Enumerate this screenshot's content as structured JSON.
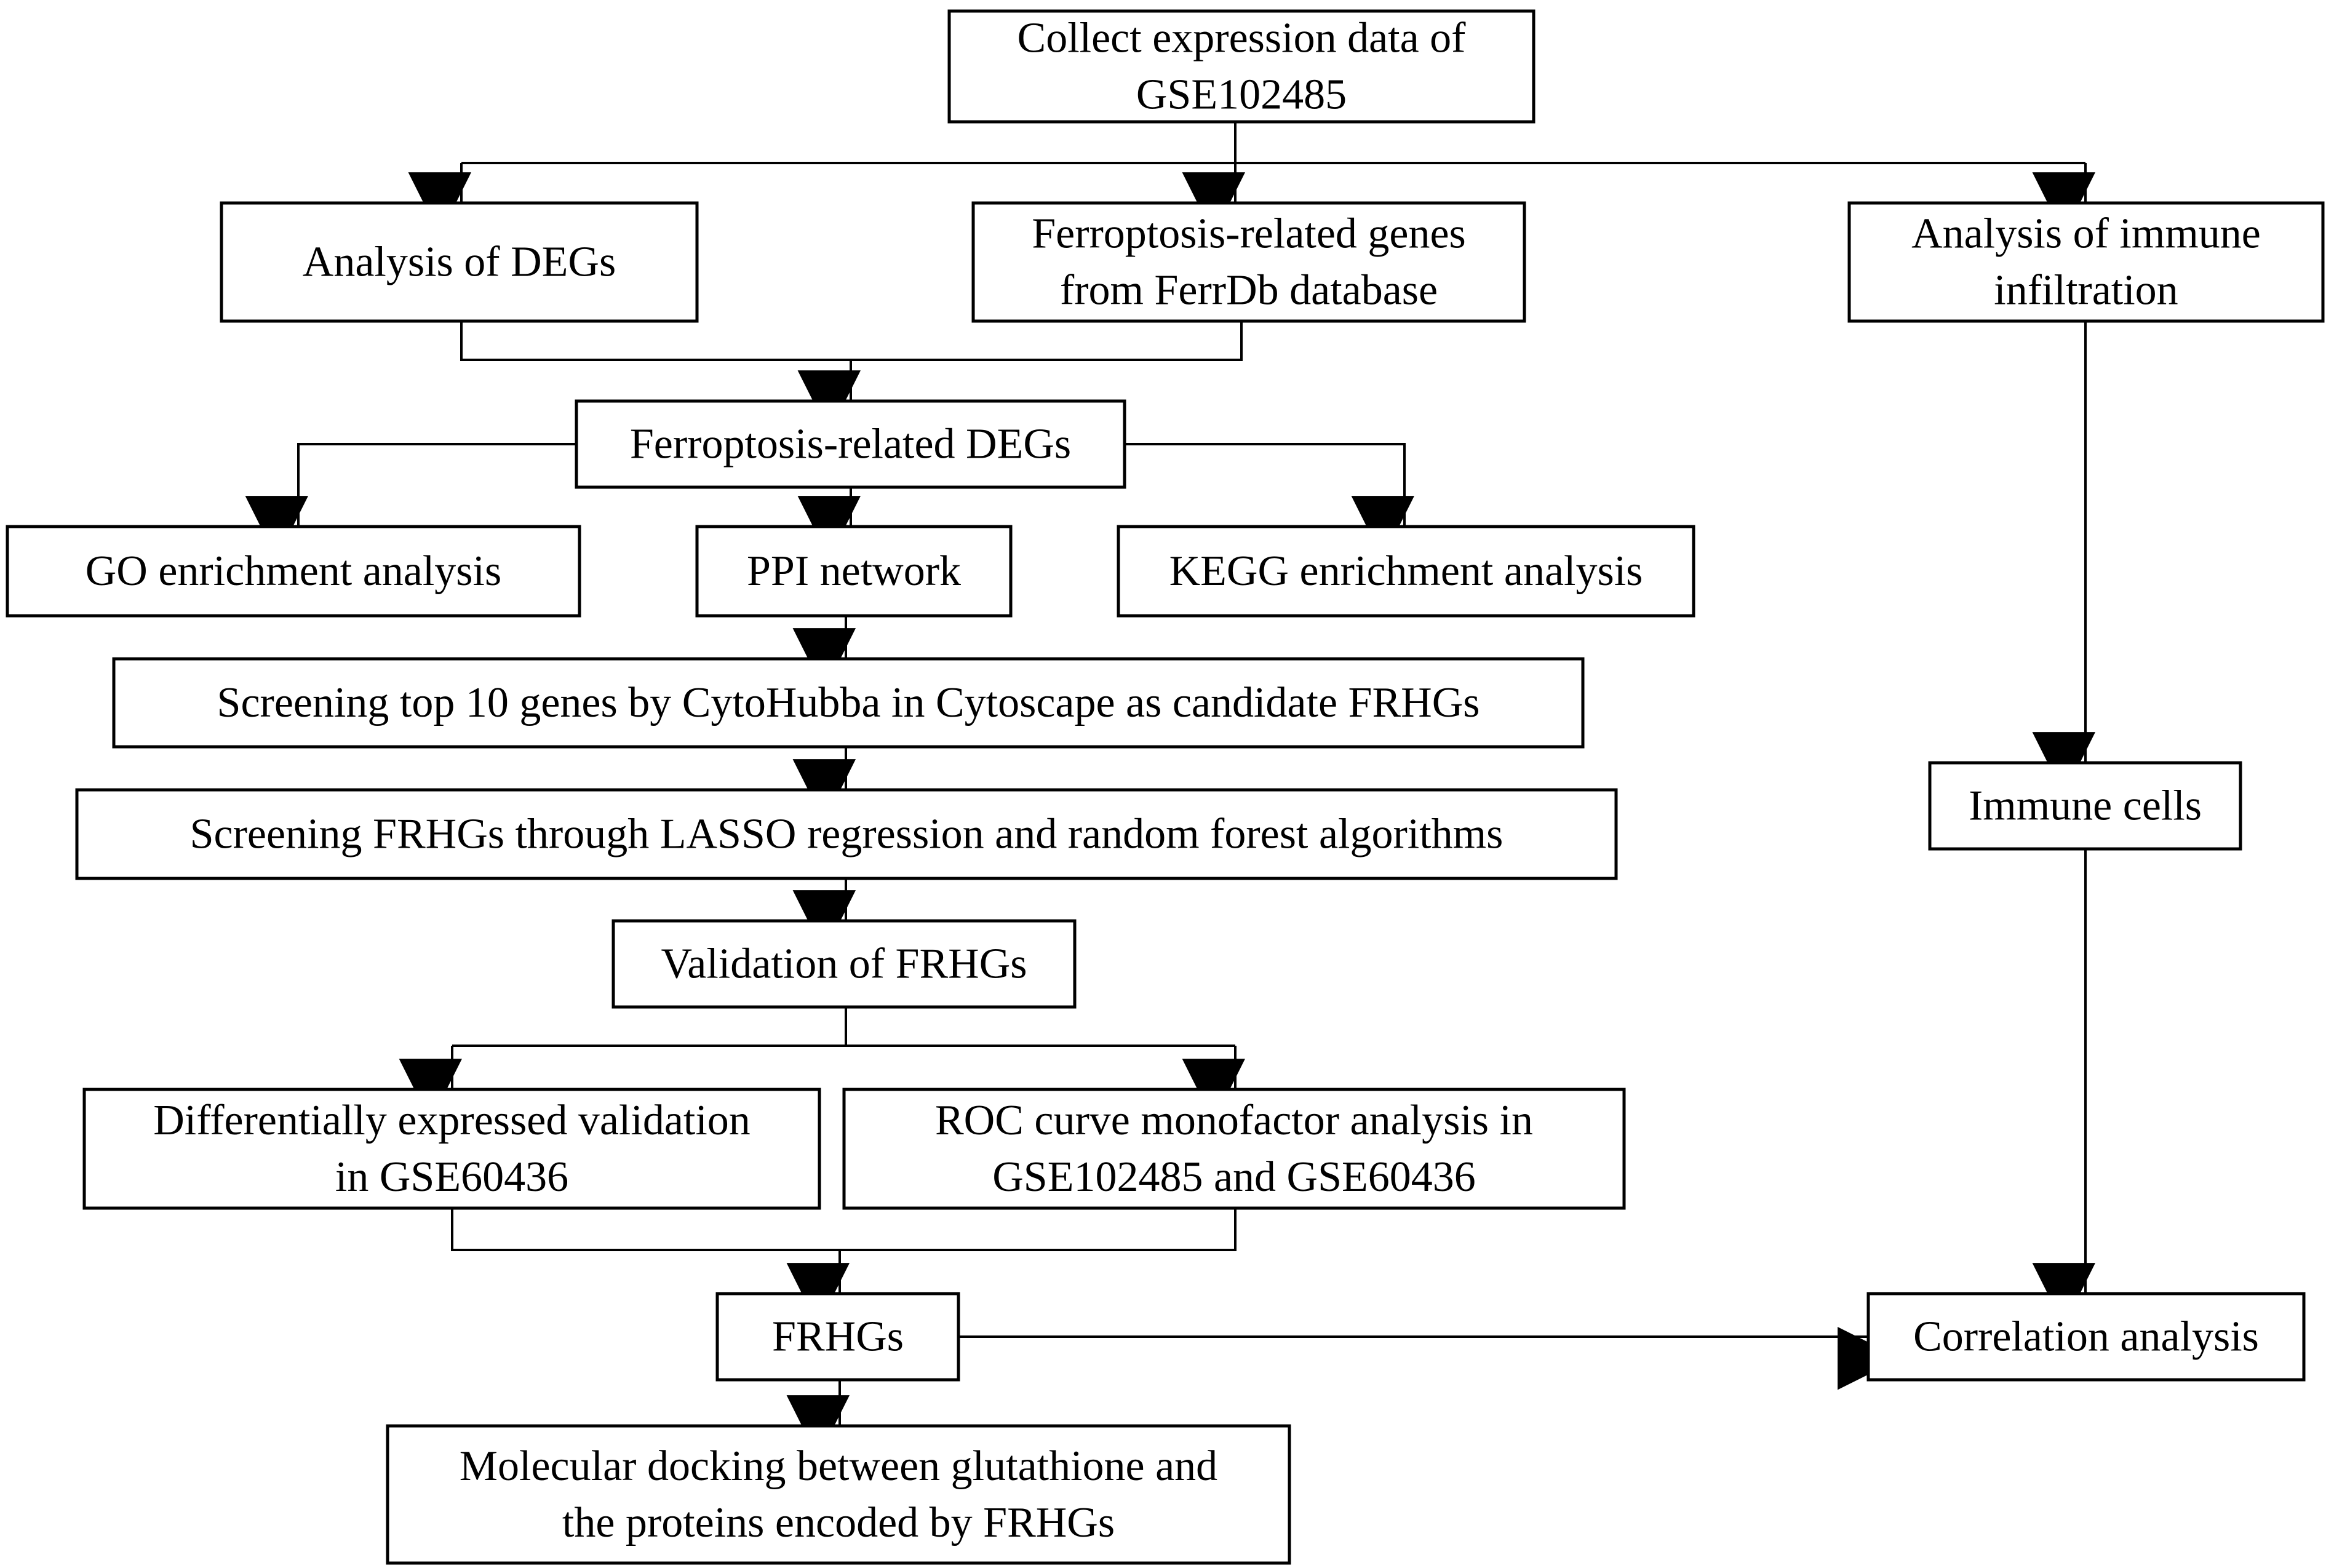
{
  "nodes": {
    "collect": {
      "lines": [
        "Collect  expression data of",
        "GSE102485"
      ]
    },
    "degs": {
      "lines": [
        "Analysis of DEGs"
      ]
    },
    "ferrdb": {
      "lines": [
        "Ferroptosis-related genes",
        "from FerrDb database"
      ]
    },
    "immune_infil": {
      "lines": [
        "Analysis of immune",
        "infiltration"
      ]
    },
    "fr_degs": {
      "lines": [
        "Ferroptosis-related DEGs"
      ]
    },
    "go": {
      "lines": [
        "GO enrichment analysis"
      ]
    },
    "ppi": {
      "lines": [
        "PPI network"
      ]
    },
    "kegg": {
      "lines": [
        "KEGG enrichment analysis"
      ]
    },
    "top10": {
      "lines": [
        "Screening top 10 genes by CytoHubba in Cytoscape as candidate FRHGs"
      ]
    },
    "lasso": {
      "lines": [
        "Screening FRHGs through LASSO  regression and random forest algorithms"
      ]
    },
    "validation": {
      "lines": [
        "Validation of FRHGs"
      ]
    },
    "diffexp": {
      "lines": [
        "Differentially expressed  validation",
        "in GSE60436"
      ]
    },
    "roc": {
      "lines": [
        "ROC curve monofactor analysis in",
        "GSE102485 and GSE60436"
      ]
    },
    "frhgs": {
      "lines": [
        "FRHGs"
      ]
    },
    "docking": {
      "lines": [
        "Molecular docking between glutathione and",
        "the proteins encoded by FRHGs"
      ]
    },
    "immune_cells": {
      "lines": [
        "Immune cells"
      ]
    },
    "correlation": {
      "lines": [
        "Correlation analysis"
      ]
    }
  },
  "edges": [
    {
      "from": "collect",
      "to": "degs"
    },
    {
      "from": "collect",
      "to": "ferrdb"
    },
    {
      "from": "collect",
      "to": "immune_infil"
    },
    {
      "from": "degs",
      "to": "fr_degs"
    },
    {
      "from": "ferrdb",
      "to": "fr_degs"
    },
    {
      "from": "fr_degs",
      "to": "go"
    },
    {
      "from": "fr_degs",
      "to": "ppi"
    },
    {
      "from": "fr_degs",
      "to": "kegg"
    },
    {
      "from": "ppi",
      "to": "top10"
    },
    {
      "from": "top10",
      "to": "lasso"
    },
    {
      "from": "lasso",
      "to": "validation"
    },
    {
      "from": "validation",
      "to": "diffexp"
    },
    {
      "from": "validation",
      "to": "roc"
    },
    {
      "from": "diffexp",
      "to": "frhgs"
    },
    {
      "from": "roc",
      "to": "frhgs"
    },
    {
      "from": "frhgs",
      "to": "docking"
    },
    {
      "from": "frhgs",
      "to": "correlation"
    },
    {
      "from": "immune_infil",
      "to": "immune_cells"
    },
    {
      "from": "immune_cells",
      "to": "correlation"
    }
  ]
}
